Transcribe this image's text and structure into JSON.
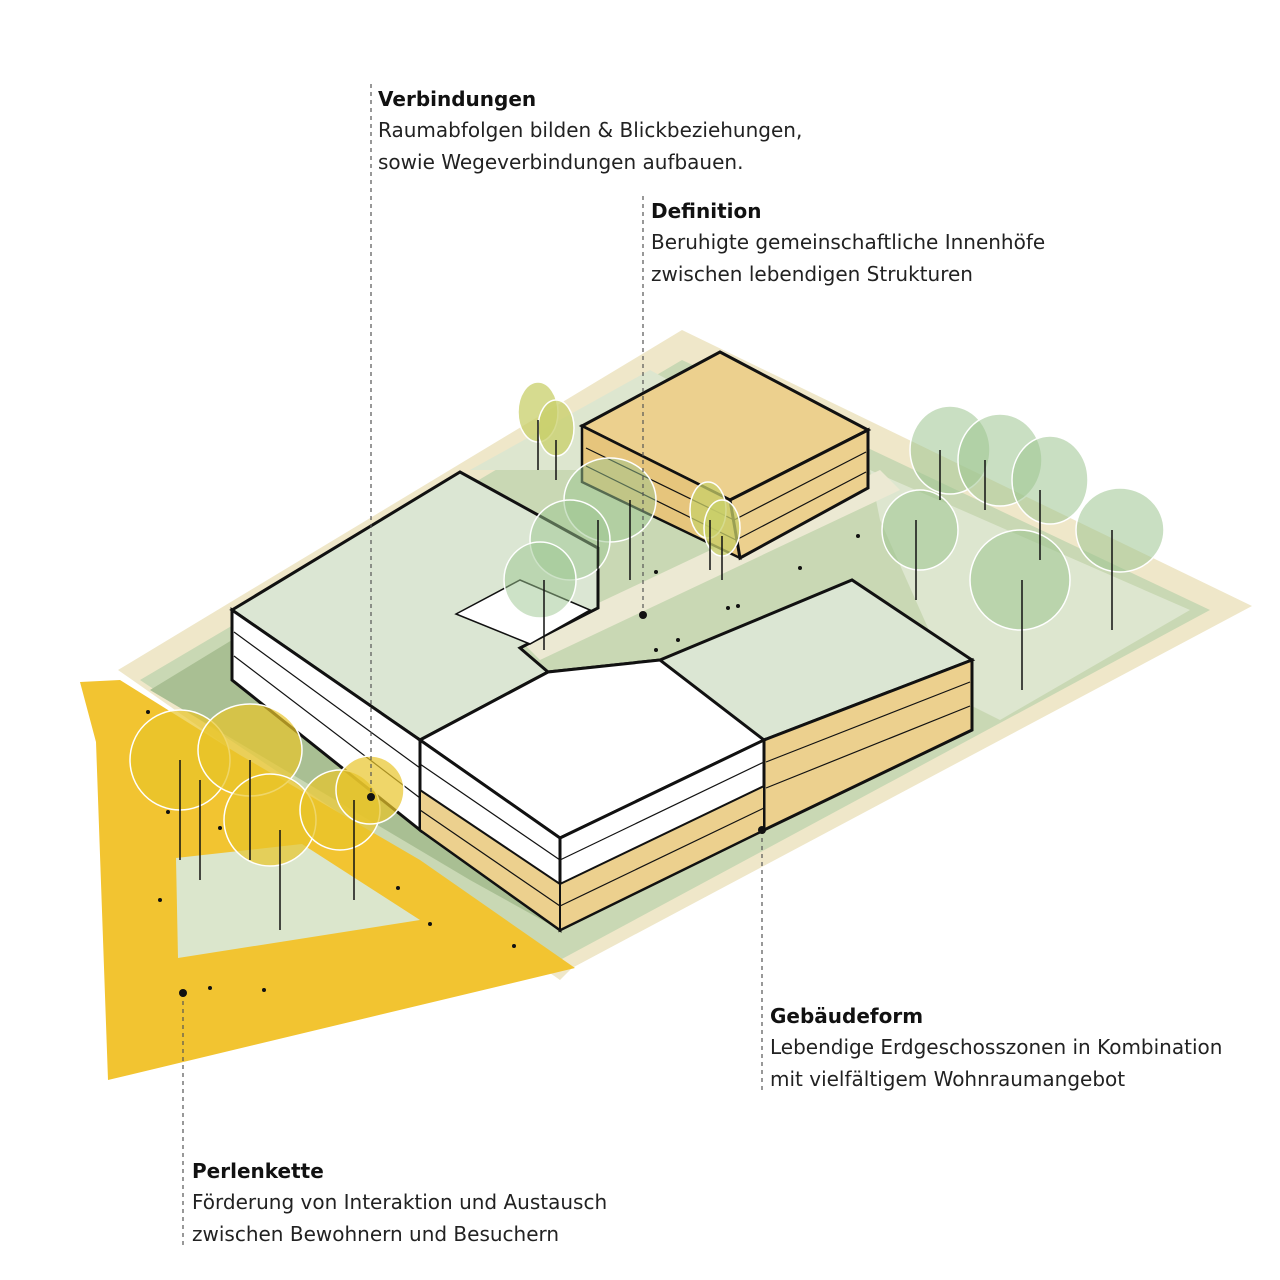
{
  "annotations": {
    "verbindungen": {
      "title": "Verbindungen",
      "lines": [
        "Raumabfolgen bilden & Blickbeziehungen,",
        "sowie Wegeverbindungen aufbauen."
      ]
    },
    "definition": {
      "title": "Definition",
      "lines": [
        "Beruhigte gemeinschaftliche Innenhöfe",
        "zwischen lebendigen Strukturen"
      ]
    },
    "gebaeudeform": {
      "title": "Gebäudeform",
      "lines": [
        "Lebendige Erdgeschosszonen in Kombination",
        "mit vielfältigem Wohnraumangebot"
      ]
    },
    "perlenkette": {
      "title": "Perlenkette",
      "lines": [
        "Förderung von Interaktion und Austausch",
        "zwischen Bewohnern und Besuchern"
      ]
    }
  },
  "colors": {
    "ground_outer": "#efe7c9",
    "ground_green": "#c9d8b4",
    "ground_green_dark": "#a9bf93",
    "roof_green": "#dbe6d3",
    "plaza_yellow": "#f2c431",
    "building_ochre": "#ecd08e",
    "building_white": "#ffffff",
    "tree_green": "#9cc58f",
    "tree_yellow": "#e8c52a",
    "tree_olive": "#c8cf6a",
    "outline": "#111111"
  }
}
